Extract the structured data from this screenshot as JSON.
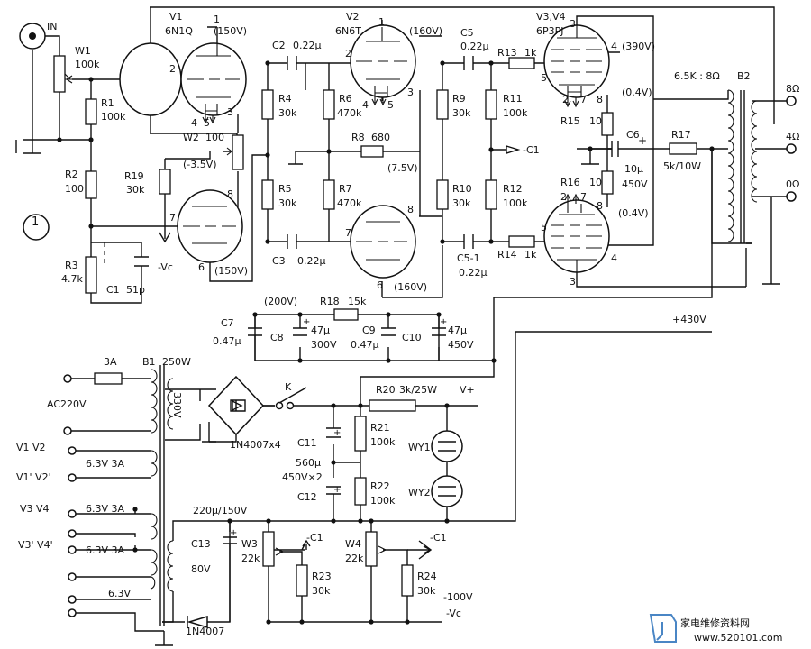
{
  "figure_number": "1",
  "input": {
    "label": "IN"
  },
  "tubes": {
    "v1": {
      "ref": "V1",
      "type": "6N1Q",
      "plate_v": "(150V)",
      "plate_v_lower": "(150V)",
      "grid_v": "(-3.5V)"
    },
    "v2": {
      "ref": "V2",
      "type": "6N6T",
      "plate_v": "(160V)",
      "plate_v_lower": "(160V)",
      "cathode_v": "(7.5V)"
    },
    "v34": {
      "ref": "V3,V4",
      "type": "6P3PJ",
      "plate_v": "(390V)",
      "cathode_v_top": "(0.4V)",
      "cathode_v_bottom": "(0.4V)"
    }
  },
  "pins": {
    "v1_top": [
      "1",
      "2",
      "3",
      "4",
      "5"
    ],
    "v1_bot": [
      "8",
      "7",
      "6"
    ],
    "v2_top": [
      "1",
      "2",
      "3",
      "4",
      "5"
    ],
    "v2_bot": [
      "8",
      "7",
      "6"
    ],
    "v3": [
      "3",
      "4",
      "5",
      "2",
      "7",
      "8"
    ],
    "v4": [
      "5",
      "4",
      "3",
      "2",
      "7",
      "8"
    ]
  },
  "resistors": {
    "W1": {
      "ref": "W1",
      "value": "100k"
    },
    "R1": {
      "ref": "R1",
      "value": "100k"
    },
    "R2": {
      "ref": "R2",
      "value": "100"
    },
    "R3": {
      "ref": "R3",
      "value": "4.7k"
    },
    "R19": {
      "ref": "R19",
      "value": "30k"
    },
    "W2": {
      "ref": "W2",
      "value": "100"
    },
    "R4": {
      "ref": "R4",
      "value": "30k"
    },
    "R5": {
      "ref": "R5",
      "value": "30k"
    },
    "R6": {
      "ref": "R6",
      "value": "470k"
    },
    "R7": {
      "ref": "R7",
      "value": "470k"
    },
    "R8": {
      "ref": "R8",
      "value": "680"
    },
    "R9": {
      "ref": "R9",
      "value": "30k"
    },
    "R10": {
      "ref": "R10",
      "value": "30k"
    },
    "R11": {
      "ref": "R11",
      "value": "100k"
    },
    "R12": {
      "ref": "R12",
      "value": "100k"
    },
    "R13": {
      "ref": "R13",
      "value": "1k"
    },
    "R14": {
      "ref": "R14",
      "value": "1k"
    },
    "R15": {
      "ref": "R15",
      "value": "10"
    },
    "R16": {
      "ref": "R16",
      "value": "10"
    },
    "R17": {
      "ref": "R17",
      "value": "5k/10W"
    },
    "R18": {
      "ref": "R18",
      "value": "15k"
    },
    "R20": {
      "ref": "R20",
      "value": "3k/25W"
    },
    "R21": {
      "ref": "R21",
      "value": "100k"
    },
    "R22": {
      "ref": "R22",
      "value": "100k"
    },
    "R23": {
      "ref": "R23",
      "value": "30k"
    },
    "R24": {
      "ref": "R24",
      "value": "30k"
    },
    "W3": {
      "ref": "W3",
      "value": "22k"
    },
    "W4": {
      "ref": "W4",
      "value": "22k"
    }
  },
  "capacitors": {
    "C1": {
      "ref": "C1",
      "value": "51p"
    },
    "C2": {
      "ref": "C2",
      "value": "0.22μ"
    },
    "C3": {
      "ref": "C3",
      "value": "0.22μ"
    },
    "C5": {
      "ref": "C5",
      "value": "0.22μ"
    },
    "C5-1": {
      "ref": "C5-1",
      "value": "0.22μ"
    },
    "C6": {
      "ref": "C6",
      "value": "10μ",
      "voltage": "450V"
    },
    "C7": {
      "ref": "C7",
      "value": "0.47μ"
    },
    "C8": {
      "ref": "C8",
      "value": "47μ",
      "voltage": "300V"
    },
    "C9": {
      "ref": "C9",
      "value": "0.47μ"
    },
    "C10": {
      "ref": "C10",
      "value": "47μ",
      "voltage": "450V"
    },
    "C11": {
      "ref": "C11"
    },
    "C12": {
      "ref": "C12"
    },
    "C11_12_value": "560μ",
    "C11_12_rating": "450V×2",
    "C13": {
      "ref": "C13",
      "value": "220μ/150V",
      "voltage": "80V"
    }
  },
  "transformer_out": {
    "ref": "B2",
    "ratio": "6.5K : 8Ω",
    "taps": [
      "8Ω",
      "4Ω",
      "0Ω"
    ]
  },
  "power_transformer": {
    "ref": "B1",
    "rating": "250W",
    "fuse": "3A",
    "mains": "AC220V",
    "secondary_hv": "330V"
  },
  "heaters": [
    {
      "labels": "V1  V2",
      "labels2": "V1'  V2'",
      "spec": "6.3V  3A"
    },
    {
      "labels": "V3  V4",
      "spec": "6.3V  3A"
    },
    {
      "labels": "V3'  V4'",
      "spec": "6.3V  3A"
    },
    {
      "spec": "6.3V"
    }
  ],
  "rectifier": {
    "bridge": "1N4007x4",
    "diode": "1N4007"
  },
  "switch": {
    "ref": "K"
  },
  "lamps": {
    "wy1": "WY1",
    "wy2": "WY2"
  },
  "nets": {
    "c1_bias": "-C1",
    "vc": "-Vc",
    "v_plus": "V+",
    "b_plus": "+430V",
    "node_200v": "(200V)",
    "neg_100v": "-100V",
    "vc_out": "-Vc",
    "c1_w3": "-C1",
    "c1_w4": "-C1"
  },
  "watermark": {
    "text": "家电维修资料网",
    "url": "www.520101.com"
  }
}
